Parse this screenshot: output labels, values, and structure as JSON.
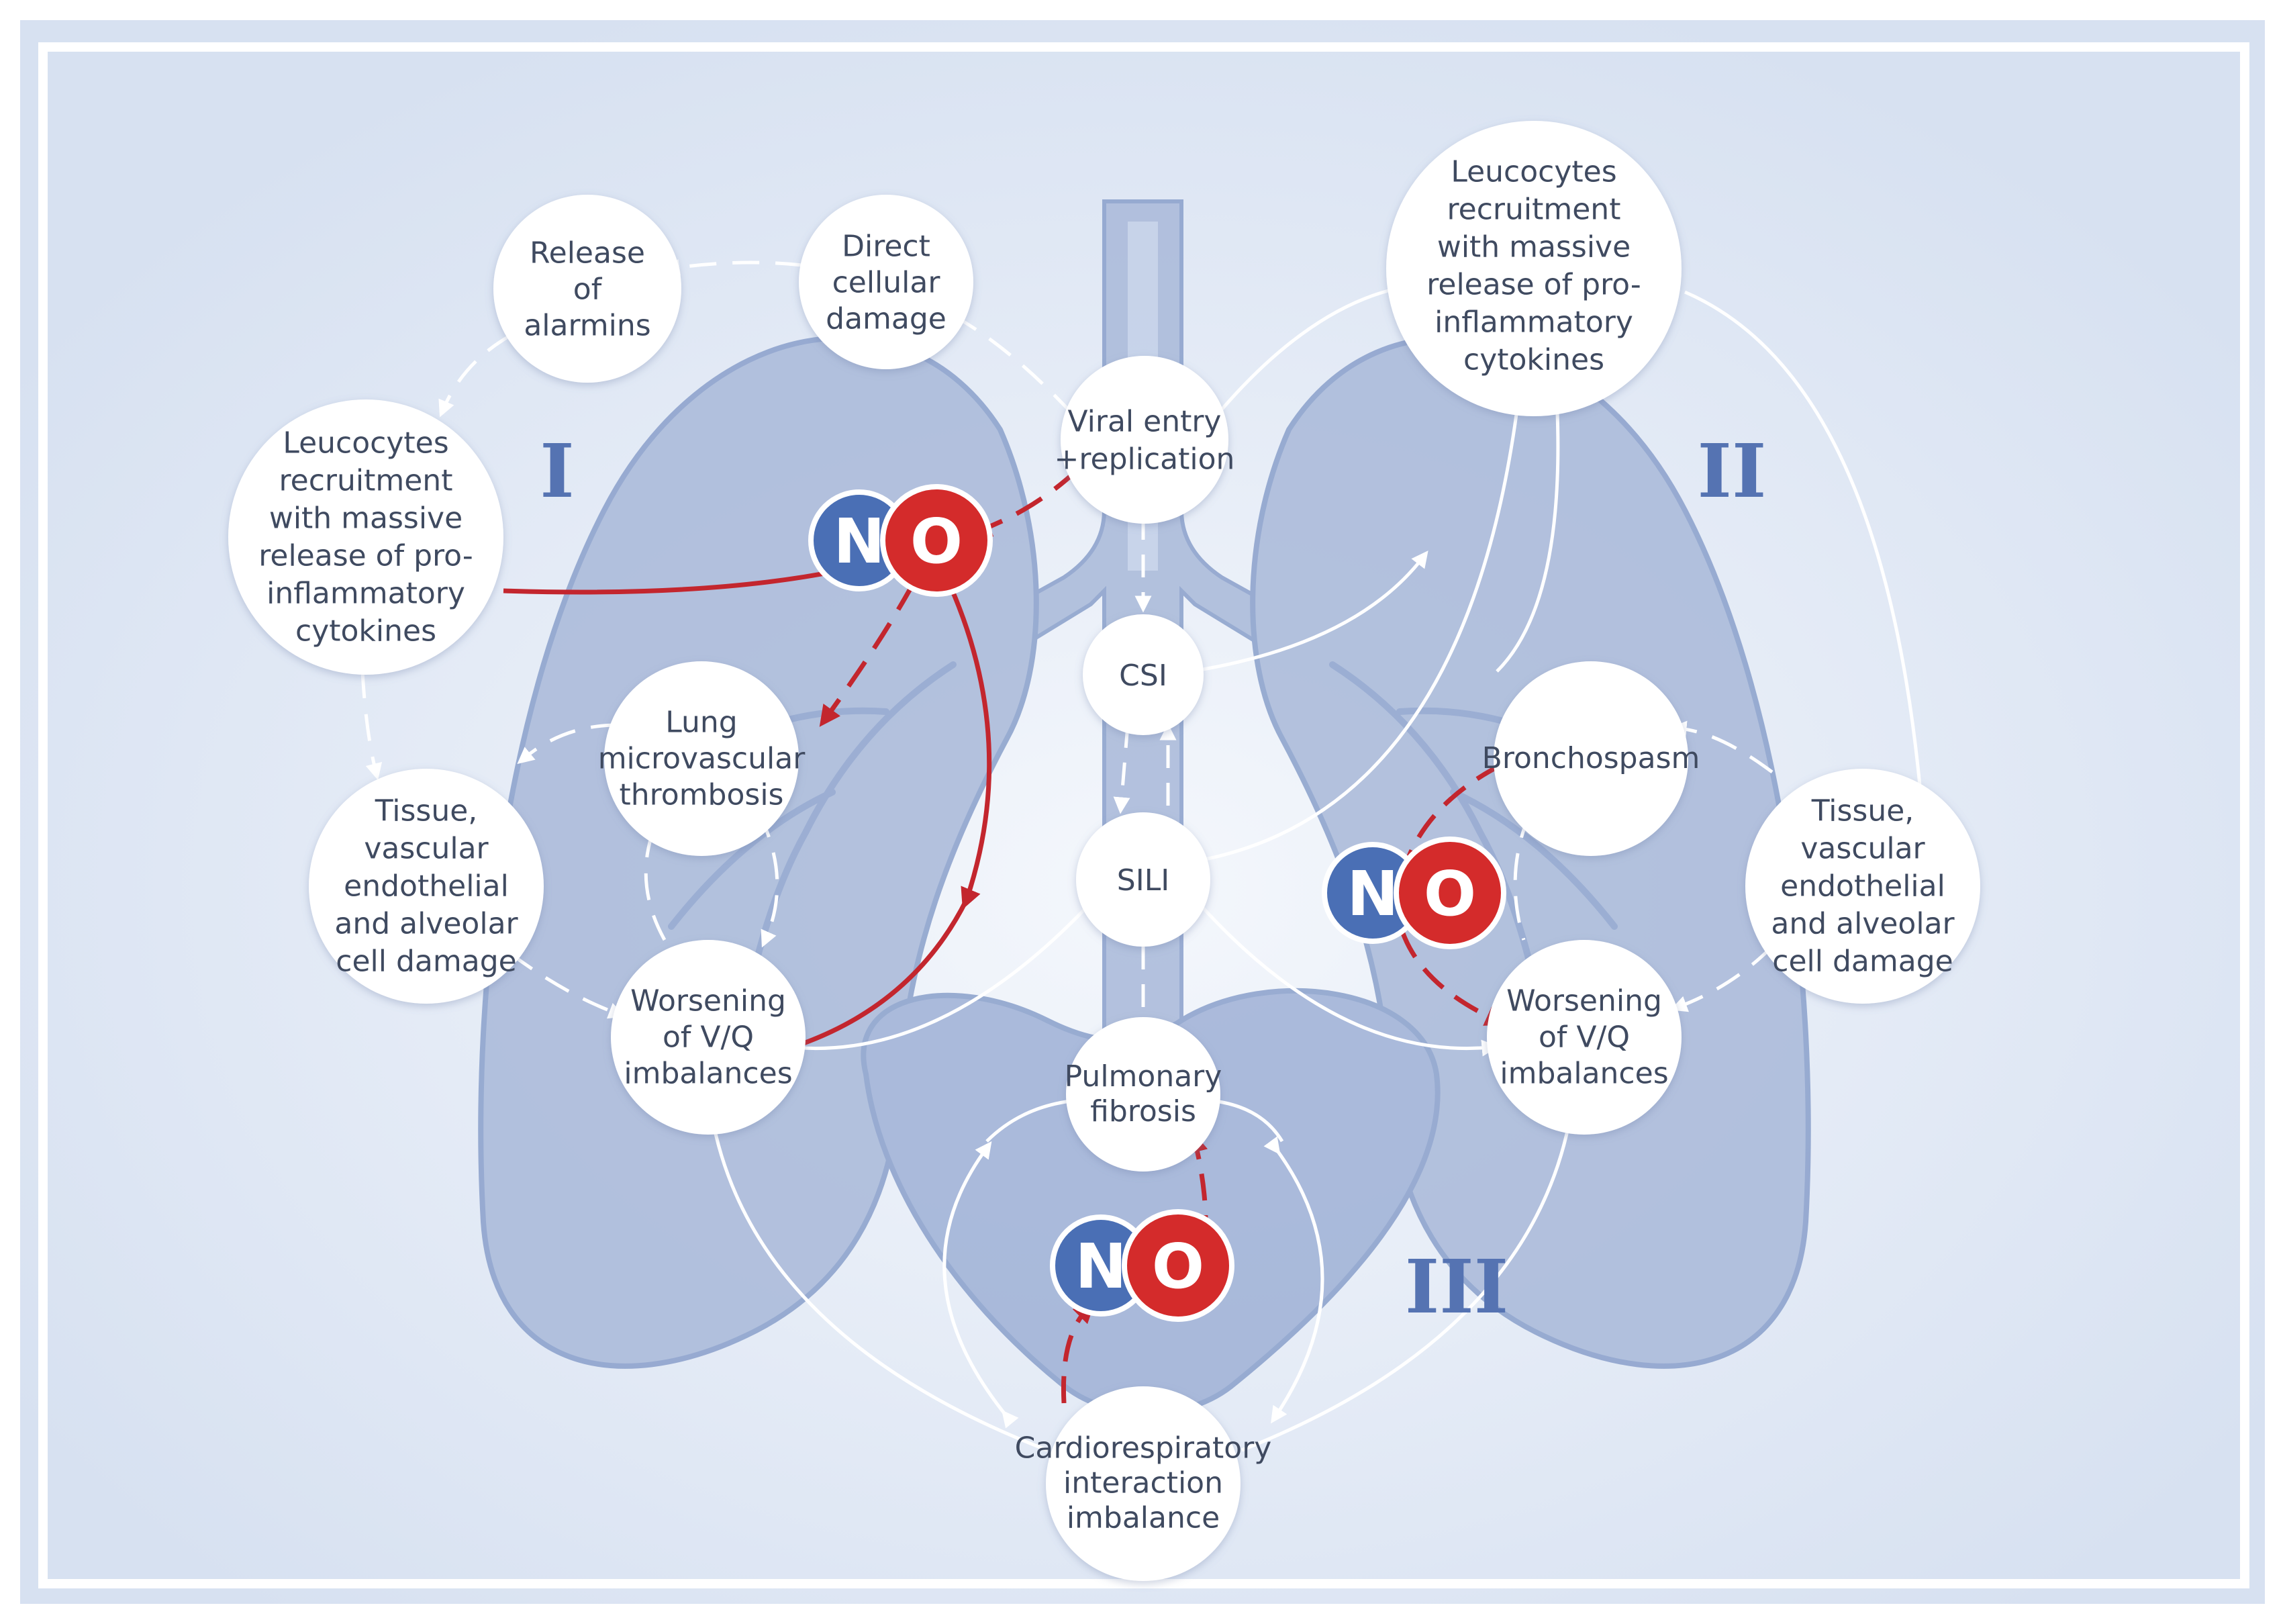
{
  "nodes": {
    "release_alarmins": [
      "Release",
      "of",
      "alarmins"
    ],
    "direct_damage": [
      "Direct",
      "cellular",
      "damage"
    ],
    "viral_entry": [
      "Viral entry",
      "+replication"
    ],
    "leuco_left": [
      "Leucocytes",
      "recruitment",
      "with massive",
      "release of pro-",
      "inflammatory",
      "cytokines"
    ],
    "leuco_right": [
      "Leucocytes",
      "recruitment",
      "with massive",
      "release of pro-",
      "inflammatory",
      "cytokines"
    ],
    "csi": [
      "CSI"
    ],
    "sili": [
      "SILI"
    ],
    "lung_thrombosis": [
      "Lung",
      "microvascular",
      "thrombosis"
    ],
    "tissue_left": [
      "Tissue,",
      "vascular",
      "endothelial",
      "and alveolar",
      "cell damage"
    ],
    "tissue_right": [
      "Tissue,",
      "vascular",
      "endothelial",
      "and alveolar",
      "cell damage"
    ],
    "worsening_left": [
      "Worsening",
      "of V/Q",
      "imbalances"
    ],
    "worsening_right": [
      "Worsening",
      "of V/Q",
      "imbalances"
    ],
    "bronchospasm": [
      "Bronchospasm"
    ],
    "pulmonary_fibrosis": [
      "Pulmonary",
      "fibrosis"
    ],
    "cardio": [
      "Cardiorespiratory",
      "interaction",
      "imbalance"
    ]
  },
  "sections": {
    "one": "I",
    "two": "II",
    "three": "III"
  },
  "no_molecule": {
    "n": "N",
    "o": "O"
  },
  "colors": {
    "background": "#dfe7f3",
    "frame": "#ffffff",
    "lung": "#a9b9d9",
    "lung_stroke": "#8aa0cb",
    "node_fill": "#ffffff",
    "node_text": "#3f4a60",
    "connector": "#ffffff",
    "red_arrow": "#c3262e",
    "n_blue": "#4a6fb5",
    "o_red": "#d42b2b",
    "roman": "#5573b2"
  }
}
